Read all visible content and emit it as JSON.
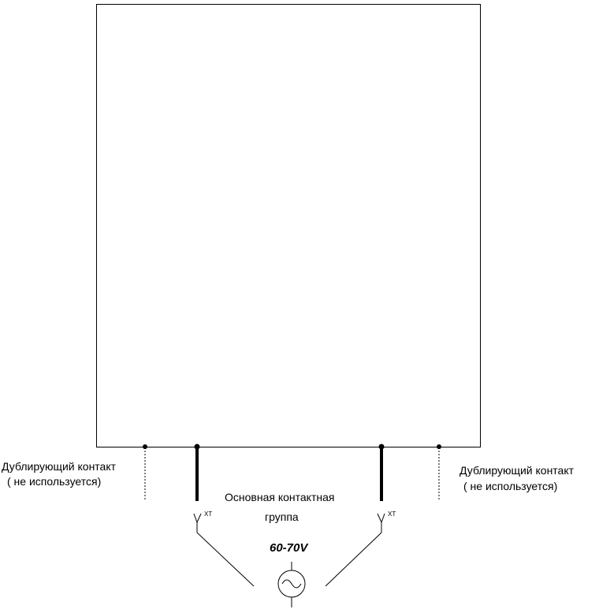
{
  "colors": {
    "line": "#000000",
    "background": "#ffffff"
  },
  "labels": {
    "left_dup_line1": "Дублирующий контакт",
    "left_dup_line2": "( не используется)",
    "right_dup_line1": "Дублирующий контакт",
    "right_dup_line2": "( не используется)",
    "main_group_line1": "Основная контактная",
    "main_group_line2": "группа",
    "terminal_left": "XT",
    "terminal_right": "XT",
    "voltage": "60-70V"
  },
  "icons": {
    "power_source": "ac-source-icon",
    "terminal": "terminal-connector-icon",
    "junction": "junction-dot-icon"
  }
}
